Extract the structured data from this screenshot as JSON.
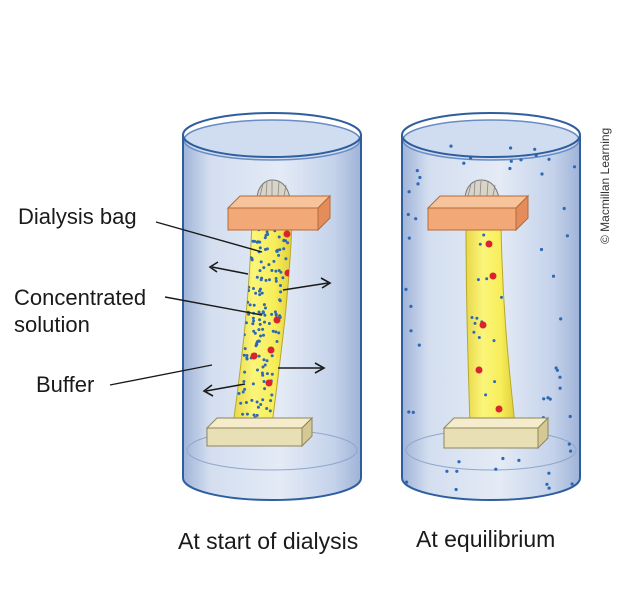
{
  "labels": {
    "dialysis_bag": "Dialysis bag",
    "concentrated_1": "Concentrated",
    "concentrated_2": "solution",
    "buffer": "Buffer"
  },
  "captions": {
    "left": "At start of dialysis",
    "right": "At equilibrium"
  },
  "credit": "© Macmillan Learning",
  "colors": {
    "buffer_fill": "#c9d6ec",
    "cylinder_outline": "#2f5e9e",
    "bag_fill": "#f7ee5a",
    "clamp_top": "#f2a877",
    "clamp_bottom": "#e8dfb4",
    "small_molecule": "#2d69b4",
    "large_molecule": "#d9232e"
  }
}
